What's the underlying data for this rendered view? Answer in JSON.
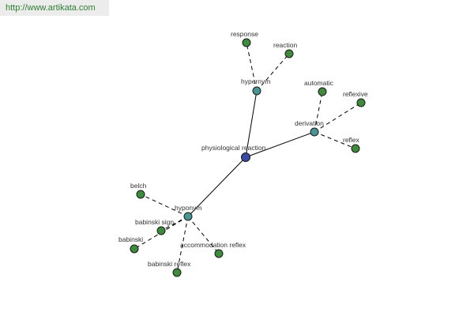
{
  "banner": {
    "url": "http://www.artikata.com"
  },
  "colors": {
    "root": "#3a4aa0",
    "relation": "#4a9494",
    "word": "#3f8a3f"
  },
  "graph": {
    "nodes": [
      {
        "id": "physiological-reaction",
        "label": "physiological reaction",
        "kind": "root"
      },
      {
        "id": "hypernym",
        "label": "hypernym",
        "kind": "relation"
      },
      {
        "id": "derivation",
        "label": "derivation",
        "kind": "relation"
      },
      {
        "id": "hyponym",
        "label": "hyponym",
        "kind": "relation"
      },
      {
        "id": "response",
        "label": "response",
        "kind": "word"
      },
      {
        "id": "reaction",
        "label": "reaction",
        "kind": "word"
      },
      {
        "id": "automatic",
        "label": "automatic",
        "kind": "word"
      },
      {
        "id": "reflexive",
        "label": "reflexive",
        "kind": "word"
      },
      {
        "id": "reflex",
        "label": "reflex",
        "kind": "word"
      },
      {
        "id": "belch",
        "label": "belch",
        "kind": "word"
      },
      {
        "id": "babinski-sign",
        "label": "babinski sign",
        "kind": "word"
      },
      {
        "id": "babinski",
        "label": "babinski",
        "kind": "word"
      },
      {
        "id": "babinski-reflex",
        "label": "babinski reflex",
        "kind": "word"
      },
      {
        "id": "accommodation-reflex",
        "label": "accommodation reflex",
        "kind": "word"
      }
    ],
    "edges": [
      {
        "from": "physiological-reaction",
        "to": "hypernym",
        "style": "solid"
      },
      {
        "from": "physiological-reaction",
        "to": "derivation",
        "style": "solid"
      },
      {
        "from": "physiological-reaction",
        "to": "hyponym",
        "style": "solid"
      },
      {
        "from": "hypernym",
        "to": "response",
        "style": "dashed"
      },
      {
        "from": "hypernym",
        "to": "reaction",
        "style": "dashed"
      },
      {
        "from": "derivation",
        "to": "automatic",
        "style": "dashed"
      },
      {
        "from": "derivation",
        "to": "reflexive",
        "style": "dashed"
      },
      {
        "from": "derivation",
        "to": "reflex",
        "style": "dashed"
      },
      {
        "from": "hyponym",
        "to": "belch",
        "style": "dashed"
      },
      {
        "from": "hyponym",
        "to": "babinski-sign",
        "style": "dashed"
      },
      {
        "from": "hyponym",
        "to": "babinski",
        "style": "dashed"
      },
      {
        "from": "hyponym",
        "to": "babinski-reflex",
        "style": "dashed"
      },
      {
        "from": "hyponym",
        "to": "accommodation-reflex",
        "style": "dashed"
      }
    ]
  }
}
